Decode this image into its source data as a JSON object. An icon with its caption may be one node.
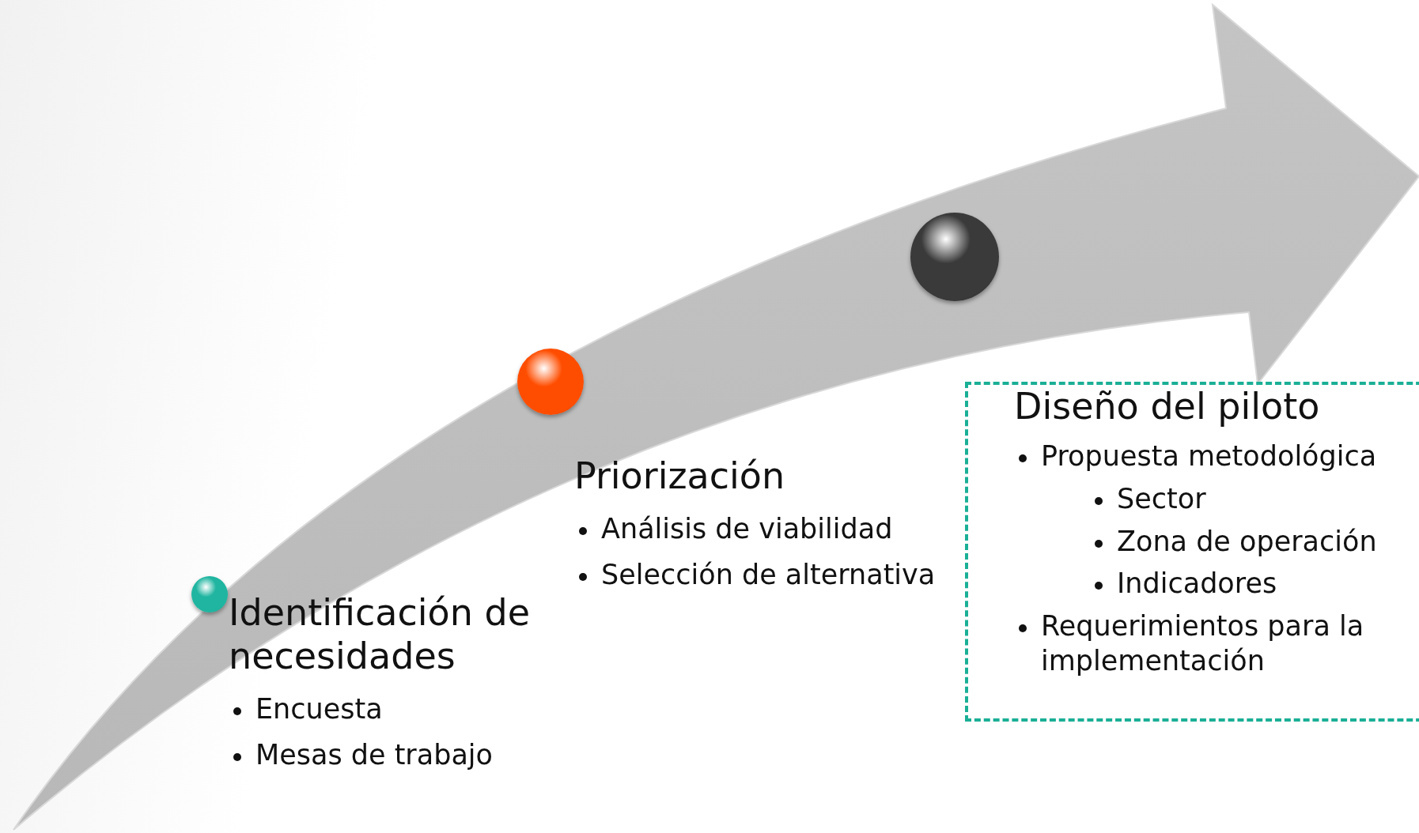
{
  "diagram": {
    "nodes": [
      {
        "text": [],
        "shape": "circle"
      },
      {
        "text": [],
        "shape": "circle"
      },
      {
        "text": [],
        "shape": "circle"
      },
      {
        "text": [
          "Diseño del piloto",
          "Propuesta metodológica",
          "Sector",
          "Zona de operación",
          "Indicadores",
          "Requerimientos para la implementación"
        ]
      }
    ],
    "edges": [],
    "labels": [
      "Identificación de necesidades",
      "Encuesta",
      "Mesas de trabajo",
      "Priorización",
      "Análisis de viabilidad",
      "Selección de alternativa"
    ]
  }
}
